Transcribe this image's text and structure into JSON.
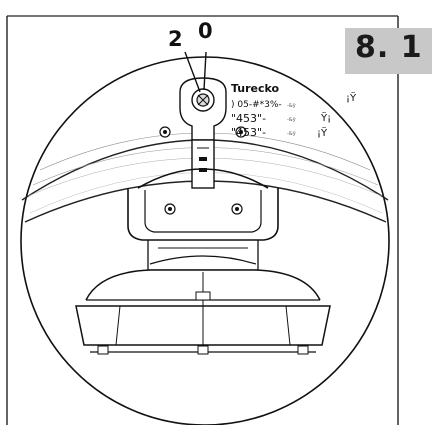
{
  "step": {
    "number": "8. 1"
  },
  "callouts": {
    "left": "2",
    "right": "0"
  },
  "label": {
    "title": "Turecko",
    "line1": ") 05-#*3%-",
    "line1_small": "-&ÿ",
    "line2": "\"453\"-",
    "line2_small": "-&ÿ",
    "line3": "\"453\"-",
    "line3_small": "-&ÿ",
    "mark1": "¡Ÿ",
    "mark2": "Ÿ¡",
    "mark3": "¡Ÿ"
  }
}
